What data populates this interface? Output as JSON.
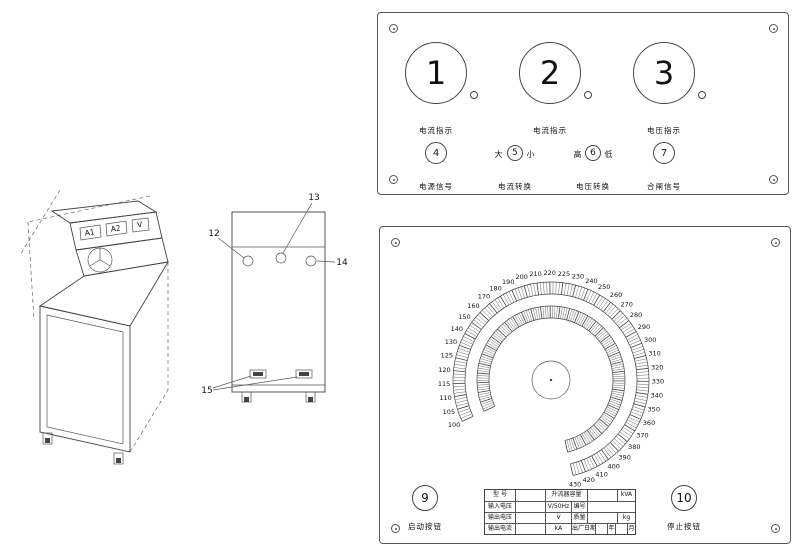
{
  "left_drawing": {
    "meter_labels": [
      "A1",
      "A2",
      "V"
    ],
    "callouts": [
      "12",
      "13",
      "14",
      "15"
    ]
  },
  "top_panel": {
    "meters": [
      {
        "number": "1",
        "label": "电流指示"
      },
      {
        "number": "2",
        "label": "电流指示"
      },
      {
        "number": "3",
        "label": "电压指示"
      }
    ],
    "controls": [
      {
        "number": "4",
        "label": "电源信号",
        "left": "",
        "right": ""
      },
      {
        "number": "5",
        "label": "电流转换",
        "left": "大",
        "right": "小"
      },
      {
        "number": "6",
        "label": "电压转换",
        "left": "高",
        "right": "低"
      },
      {
        "number": "7",
        "label": "合闸信号",
        "left": "",
        "right": ""
      }
    ]
  },
  "bottom_panel": {
    "dial": {
      "labels": [
        100,
        105,
        110,
        115,
        120,
        125,
        130,
        140,
        150,
        160,
        170,
        180,
        190,
        200,
        210,
        220,
        225,
        230,
        240,
        250,
        260,
        270,
        280,
        290,
        300,
        310,
        320,
        330,
        340,
        350,
        360,
        370,
        380,
        390,
        400,
        410,
        420,
        430
      ],
      "start_angle_deg": 205,
      "end_angle_deg": -77
    },
    "buttons": [
      {
        "number": "9",
        "label": "启动按钮"
      },
      {
        "number": "10",
        "label": "停止按钮"
      }
    ],
    "nameplate": {
      "rows": [
        [
          {
            "t": "型 号",
            "w": 30
          },
          {
            "box": true,
            "w": 30
          },
          {
            "t": "升流器容量",
            "w": 42
          },
          {
            "box": true,
            "w": 30
          },
          {
            "t": "kVA",
            "w": 18
          }
        ],
        [
          {
            "t": "输入电压",
            "w": 30
          },
          {
            "box": true,
            "w": 30
          },
          {
            "t": "V/50Hz",
            "w": 26
          },
          {
            "t": "编号",
            "w": 16
          },
          {
            "box": true,
            "w": 48
          }
        ],
        [
          {
            "t": "输出电压",
            "w": 30
          },
          {
            "box": true,
            "w": 30
          },
          {
            "t": "V",
            "w": 26
          },
          {
            "t": "质量",
            "w": 16
          },
          {
            "box": true,
            "w": 30
          },
          {
            "t": "kg",
            "w": 18
          }
        ],
        [
          {
            "t": "输出电流",
            "w": 30
          },
          {
            "box": true,
            "w": 30
          },
          {
            "t": "kA",
            "w": 26
          },
          {
            "t": "出厂日期",
            "w": 24
          },
          {
            "box": true,
            "w": 12
          },
          {
            "t": "年",
            "w": 8
          },
          {
            "box": true,
            "w": 12
          },
          {
            "t": "月",
            "w": 8
          }
        ]
      ]
    }
  }
}
